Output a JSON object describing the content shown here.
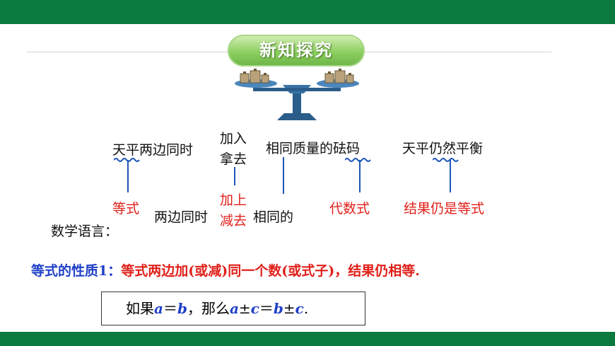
{
  "header": {
    "title": "新知探究"
  },
  "diagram": {
    "top_labels": [
      "天平两边同时",
      "加入",
      "拿去",
      "相同质量的砝码",
      "天平仍然平衡"
    ],
    "bottom_labels": [
      "等式",
      "两边同时",
      "加上",
      "减去",
      "相同的",
      "代数式",
      "结果仍是等式"
    ]
  },
  "math_language_label": "数学语言：",
  "property": {
    "label": "等式的性质1：",
    "text": "等式两边加(或减)同一个数(或式子)，结果仍相等."
  },
  "formula": {
    "if": "如果",
    "a1": "a",
    "eq1": "＝",
    "b1": "b",
    "then": "，那么",
    "a2": "a",
    "pm1": "±",
    "c1": "c",
    "eq2": "＝",
    "b2": "b",
    "pm2": "±",
    "c2": "c",
    "period": "."
  },
  "colors": {
    "green_bar": "#0b7a3e",
    "blue": "#2040c8",
    "red": "#e0201a"
  }
}
